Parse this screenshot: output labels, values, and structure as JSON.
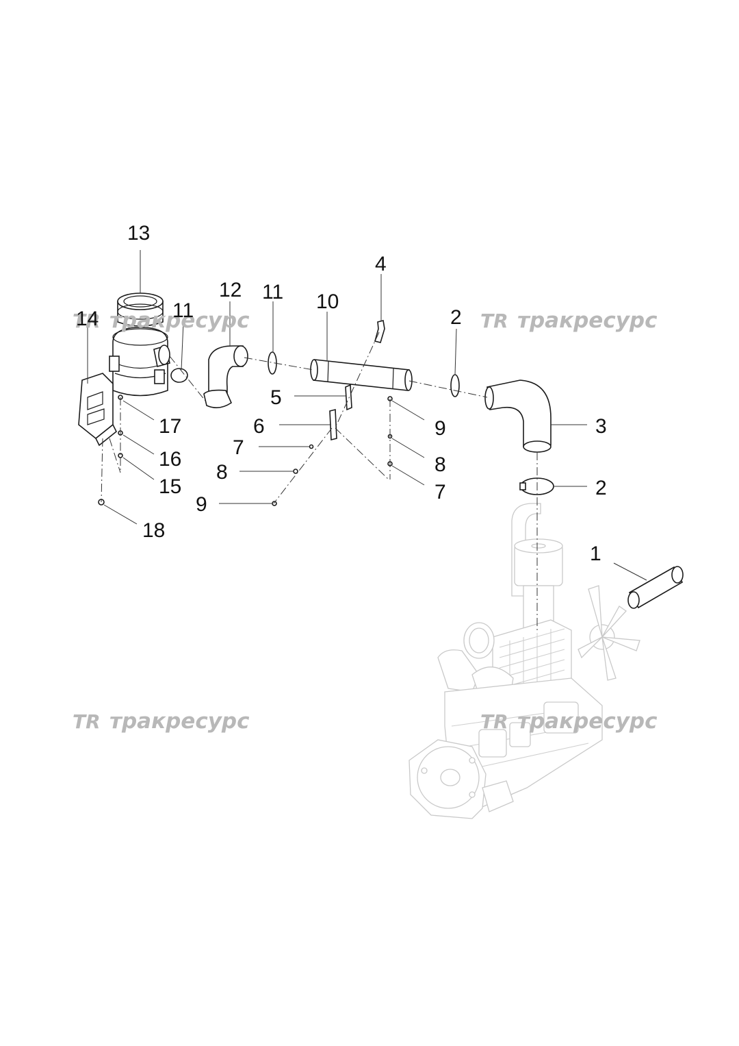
{
  "callouts": [
    {
      "label": "13"
    },
    {
      "label": "14"
    },
    {
      "label": "11"
    },
    {
      "label": "12"
    },
    {
      "label": "11"
    },
    {
      "label": "10"
    },
    {
      "label": "4"
    },
    {
      "label": "2"
    },
    {
      "label": "5"
    },
    {
      "label": "6"
    },
    {
      "label": "17"
    },
    {
      "label": "7"
    },
    {
      "label": "16"
    },
    {
      "label": "8"
    },
    {
      "label": "15"
    },
    {
      "label": "9"
    },
    {
      "label": "18"
    },
    {
      "label": "9"
    },
    {
      "label": "3"
    },
    {
      "label": "8"
    },
    {
      "label": "7"
    },
    {
      "label": "2"
    },
    {
      "label": "1"
    }
  ],
  "watermarks": [
    {
      "logo": "TR",
      "text": "тракресурс"
    },
    {
      "logo": "TR",
      "text": "тракресурс"
    },
    {
      "logo": "TR",
      "text": "тракресурс"
    },
    {
      "logo": "TR",
      "text": "тракресурс"
    }
  ],
  "colors": {
    "ink": "#1a1a1a",
    "watermark": "#b8b8b8",
    "engine": "#c9c9c9"
  }
}
